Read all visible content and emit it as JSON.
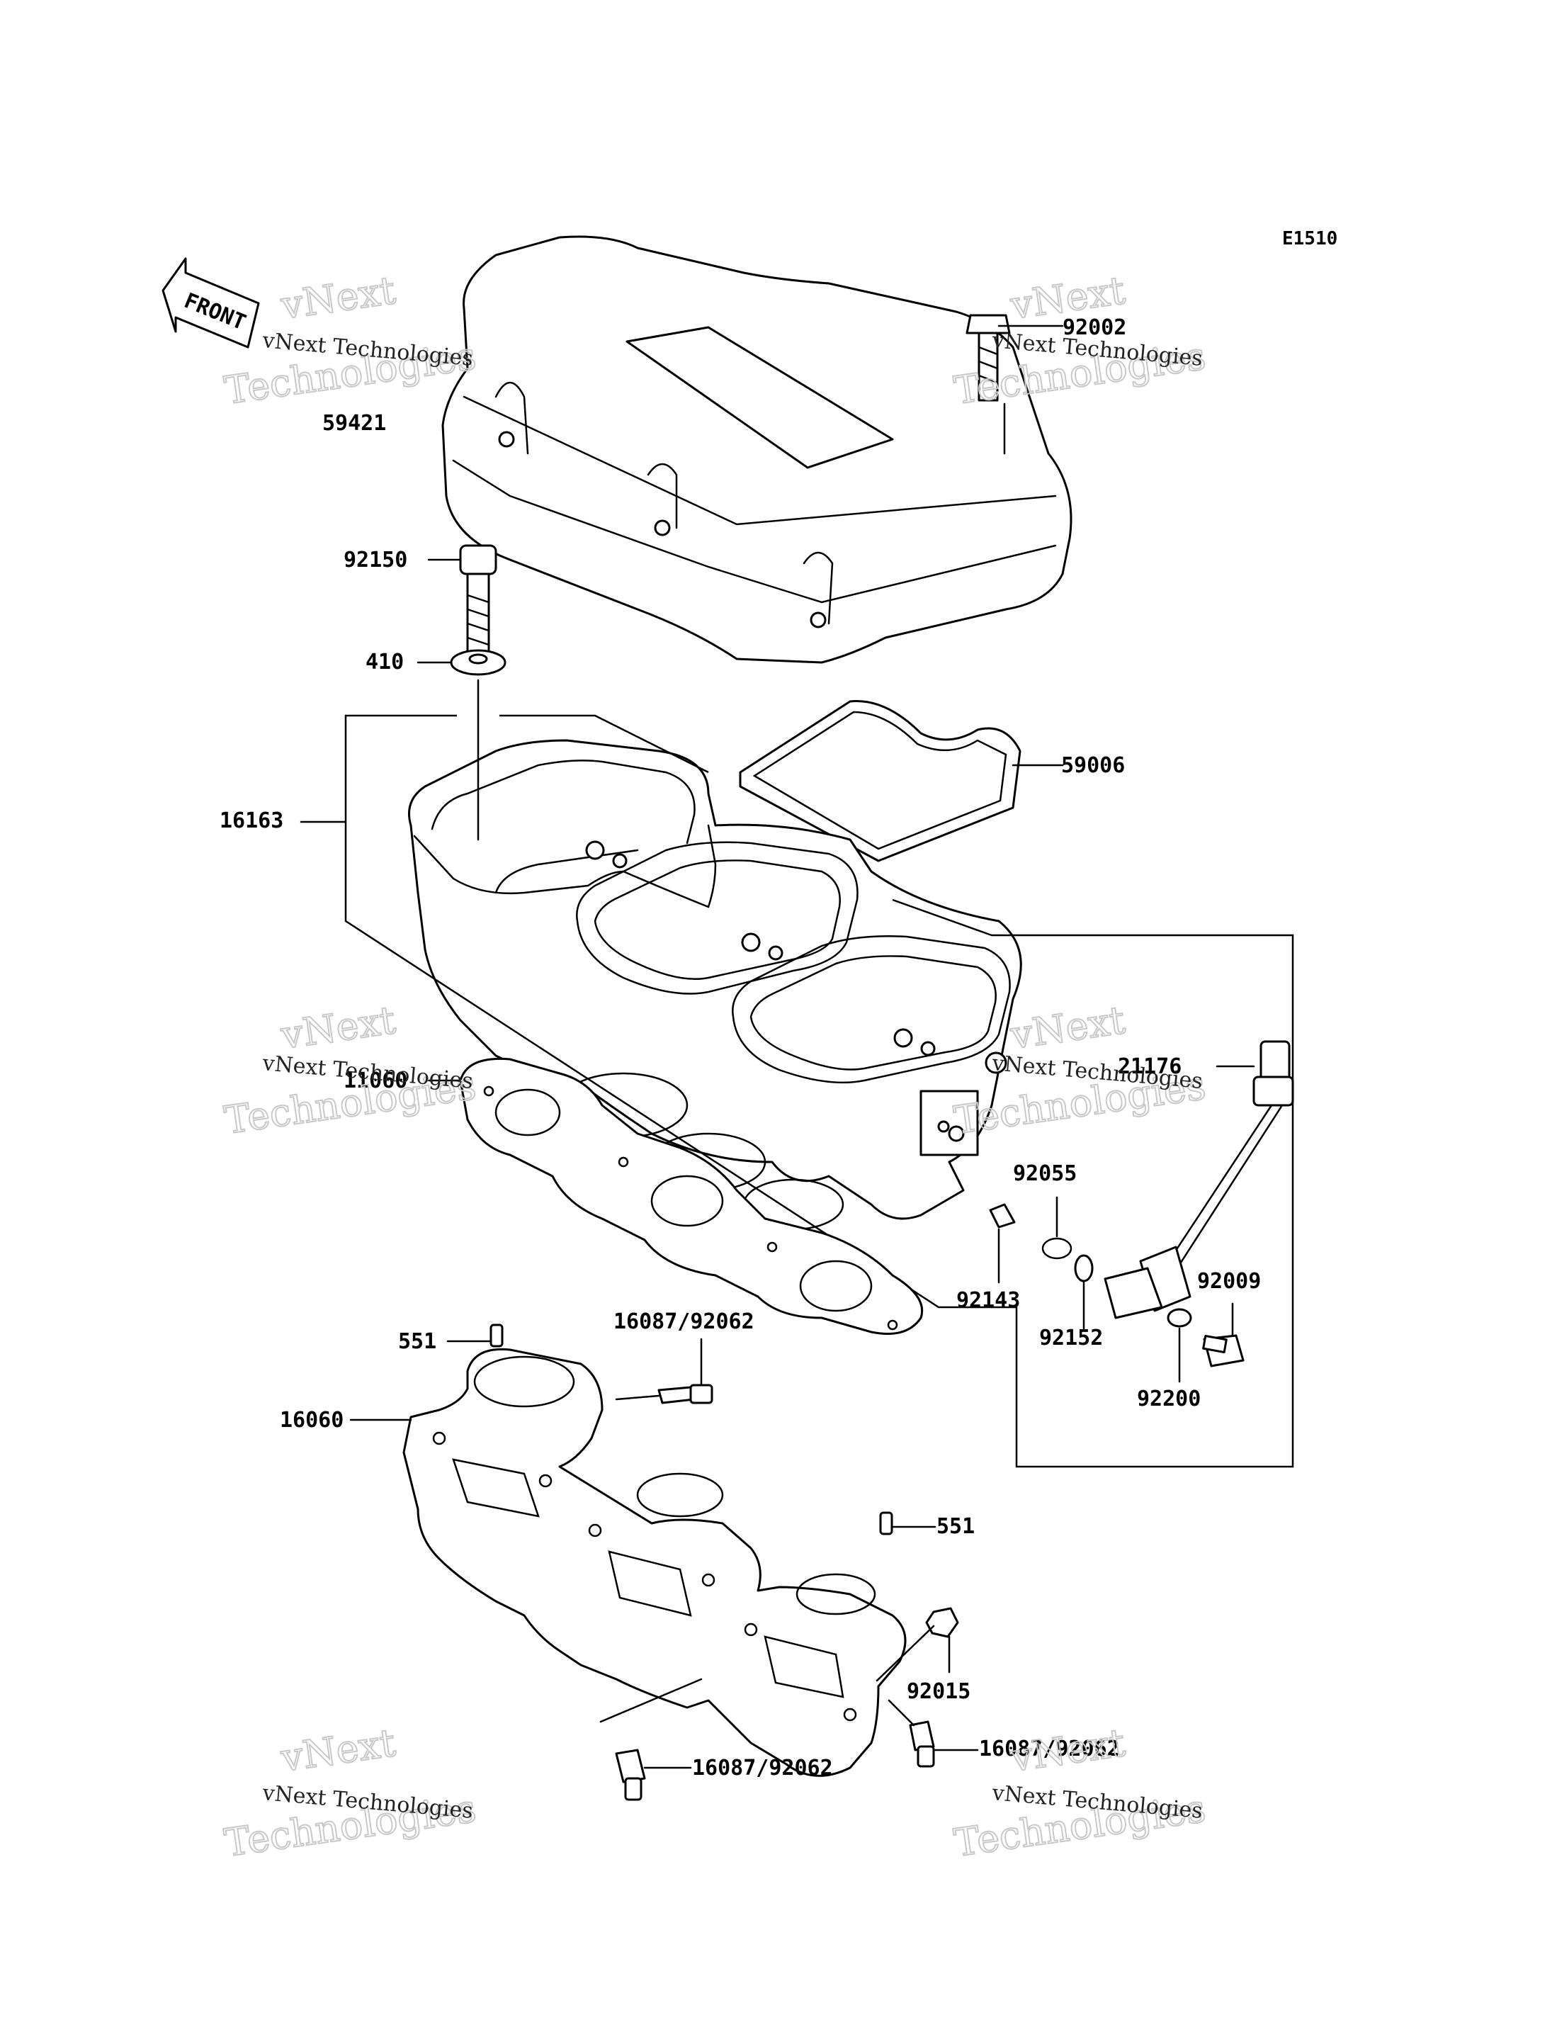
{
  "diagram_code": "E1510",
  "front_label": "FRONT",
  "watermark": {
    "line1": "vNext",
    "line2": "Technologies",
    "small": "vNext Technologies"
  },
  "parts": [
    {
      "id": "p92002a",
      "label": "92002"
    },
    {
      "id": "p59421",
      "label": "59421"
    },
    {
      "id": "p92150",
      "label": "92150"
    },
    {
      "id": "p410",
      "label": "410"
    },
    {
      "id": "p59006",
      "label": "59006"
    },
    {
      "id": "p16163",
      "label": "16163"
    },
    {
      "id": "p21176",
      "label": "21176"
    },
    {
      "id": "p11060",
      "label": "11060"
    },
    {
      "id": "p92055",
      "label": "92055"
    },
    {
      "id": "p92143",
      "label": "92143"
    },
    {
      "id": "p92009",
      "label": "92009"
    },
    {
      "id": "p92152",
      "label": "92152"
    },
    {
      "id": "p551a",
      "label": "551"
    },
    {
      "id": "p16087a",
      "label": "16087/92062"
    },
    {
      "id": "p92200",
      "label": "92200"
    },
    {
      "id": "p16060",
      "label": "16060"
    },
    {
      "id": "p551b",
      "label": "551"
    },
    {
      "id": "p92015",
      "label": "92015"
    },
    {
      "id": "p16087b",
      "label": "16087/92062"
    },
    {
      "id": "p16087c",
      "label": "16087/92062"
    }
  ]
}
